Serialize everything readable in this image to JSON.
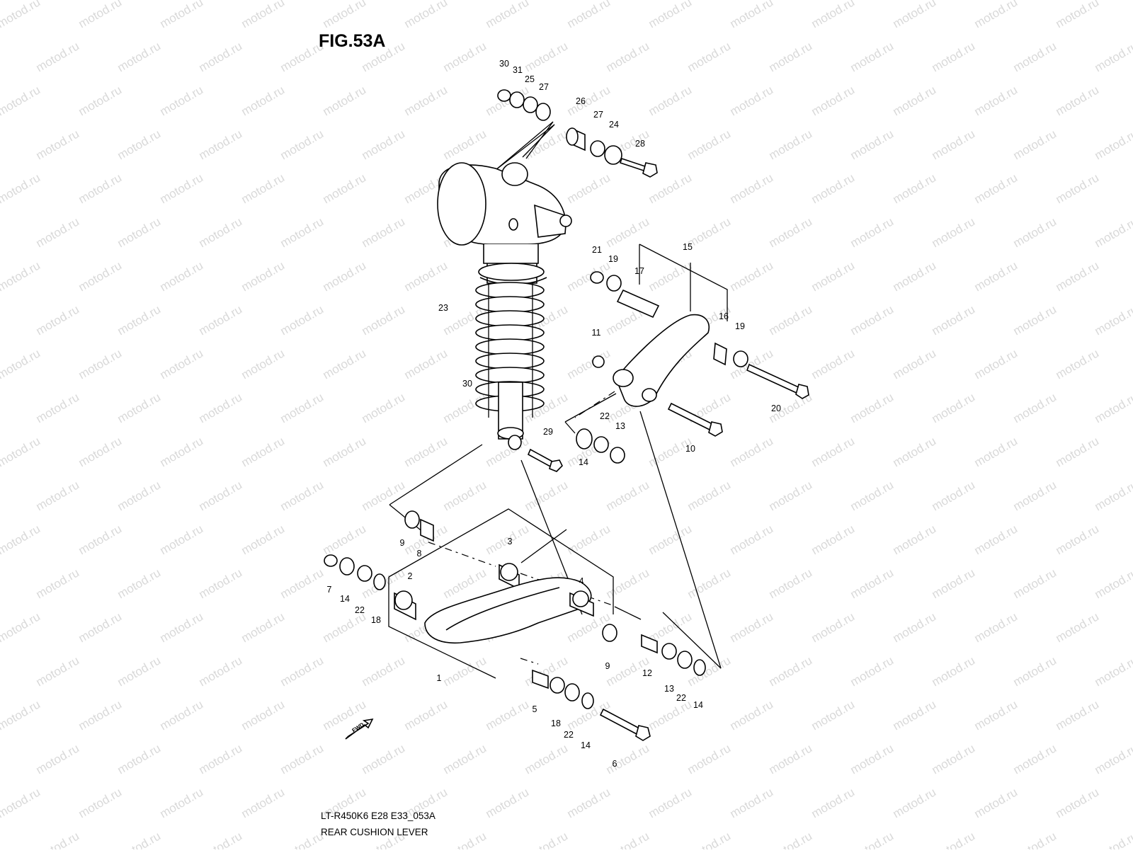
{
  "figure": {
    "title": "FIG.53A",
    "model_code": "LT-R450K6 E28 E33_053A",
    "caption": "REAR CUSHION LEVER",
    "watermark": "motod.ru",
    "fwd_label": "FWD"
  },
  "callouts": [
    "30",
    "31",
    "25",
    "27",
    "26",
    "27",
    "24",
    "28",
    "21",
    "19",
    "17",
    "15",
    "16",
    "19",
    "11",
    "20",
    "10",
    "22",
    "13",
    "14",
    "23",
    "30",
    "29",
    "9",
    "8",
    "3",
    "7",
    "14",
    "22",
    "18",
    "2",
    "4",
    "1",
    "9",
    "12",
    "13",
    "22",
    "14",
    "5",
    "18",
    "22",
    "14",
    "6"
  ]
}
